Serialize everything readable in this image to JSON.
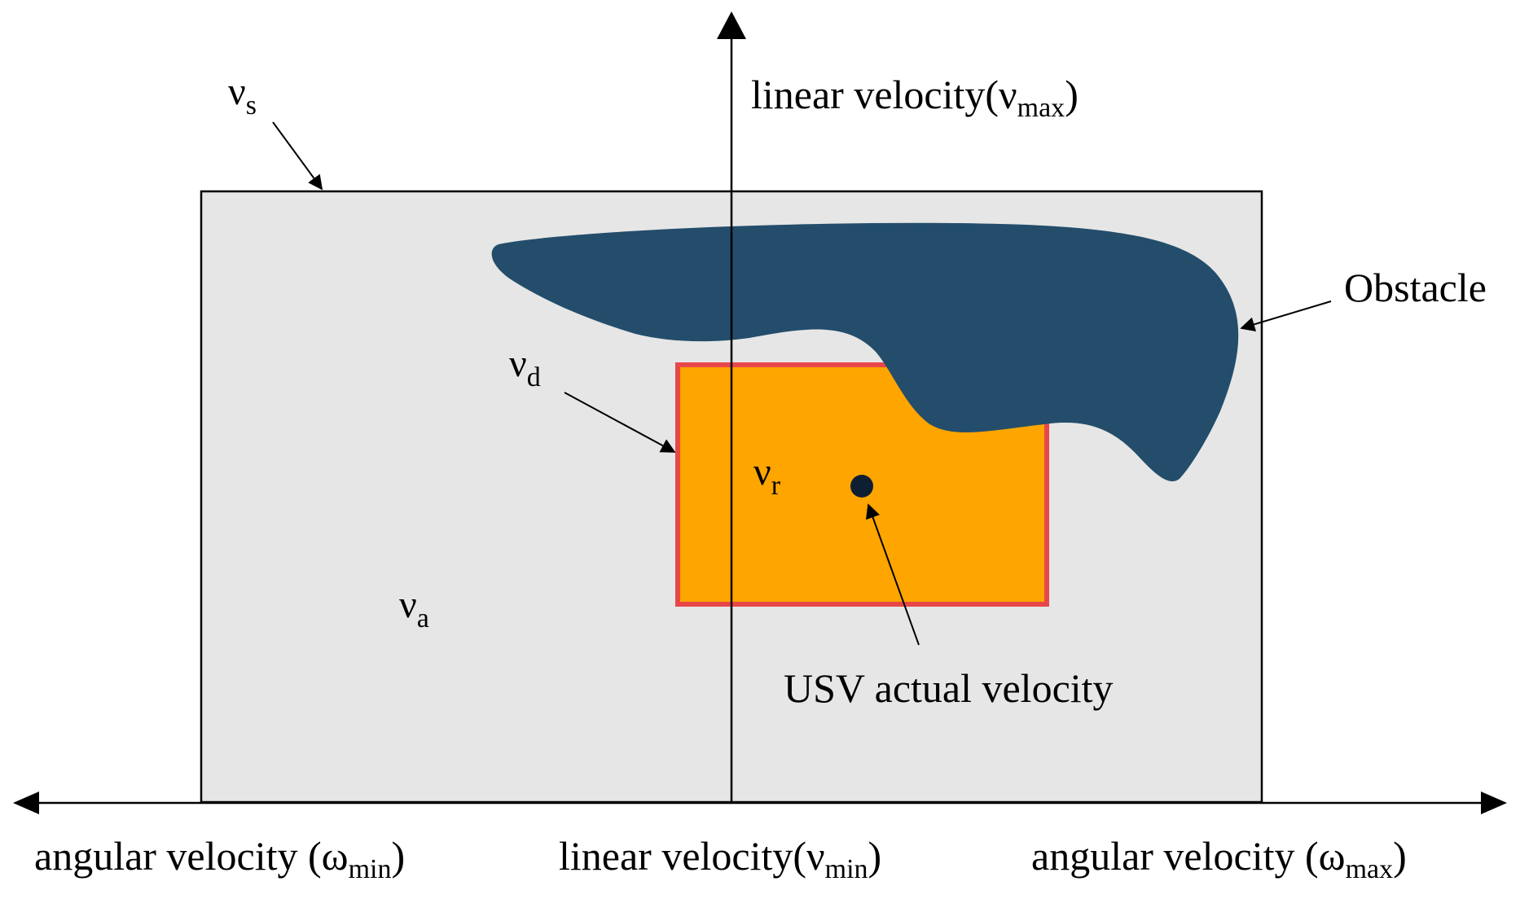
{
  "axes": {
    "vertical_label": {
      "main": "linear velocity(",
      "symbol": "ν",
      "sub": "max",
      "close": ")"
    },
    "bottom_left_label": {
      "main": "angular velocity (",
      "symbol": "ω",
      "sub": "min",
      "close": ")"
    },
    "bottom_center_label": {
      "main": "linear velocity(",
      "symbol": "ν",
      "sub": "min",
      "close": ")"
    },
    "bottom_right_label": {
      "main": "angular velocity (",
      "symbol": "ω",
      "sub": "max",
      "close": ")"
    }
  },
  "regions": {
    "vs": {
      "symbol": "ν",
      "sub": "s"
    },
    "va": {
      "symbol": "ν",
      "sub": "a"
    },
    "vd": {
      "symbol": "ν",
      "sub": "d"
    },
    "vr": {
      "symbol": "ν",
      "sub": "r"
    }
  },
  "labels": {
    "obstacle": "Obstacle",
    "usv_actual_velocity": "USV actual velocity"
  },
  "colors": {
    "search_space_fill": "#e6e6e6",
    "dynamic_window_fill": "#ffa500",
    "dynamic_window_border": "#e8474a",
    "obstacle_fill": "#234d6b",
    "usv_point": "#0f1f33"
  }
}
